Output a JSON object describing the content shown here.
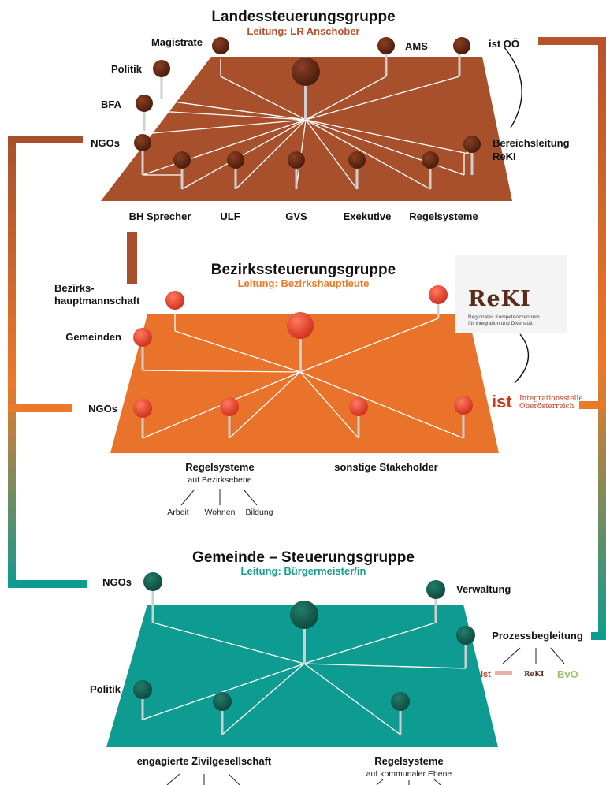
{
  "colors": {
    "land_plane": "#a8502c",
    "land_pin": "#5c2412",
    "land_accent": "#b5532d",
    "bezirk_plane": "#e9732a",
    "bezirk_pin": "#e2452f",
    "bezirk_accent": "#ea7a2a",
    "gemeinde_plane": "#0e9b91",
    "gemeinde_pin": "#135f50",
    "gemeinde_accent": "#169e93",
    "connector_line": "#ffffff",
    "pin_stem": "#cfcfcf"
  },
  "land": {
    "title": "Landessteuerungsgruppe",
    "leitung": "Leitung: LR Anschober",
    "labels": {
      "magistrate": "Magistrate",
      "ams": "AMS",
      "ist_ooe": "ist OÖ",
      "politik": "Politik",
      "bfa": "BFA",
      "ngos": "NGOs",
      "bereichsleitung_1": "Bereichsleitung",
      "bereichsleitung_2": "ReKI",
      "bh_sprecher": "BH Sprecher",
      "ulf": "ULF",
      "gvs": "GVS",
      "exekutive": "Exekutive",
      "regelsysteme": "Regelsysteme"
    }
  },
  "bezirk": {
    "title": "Bezirkssteuerungsgruppe",
    "leitung": "Leitung: Bezirkshauptleute",
    "labels": {
      "bezirks_1": "Bezirks-",
      "bezirks_2": "hauptmannschaft",
      "gemeinden": "Gemeinden",
      "ngos": "NGOs",
      "regelsysteme": "Regelsysteme",
      "regelsysteme_sub": "auf Bezirksebene",
      "arbeit": "Arbeit",
      "wohnen": "Wohnen",
      "bildung": "Bildung",
      "sonstige": "sonstige Stakeholder"
    },
    "reki_logo": {
      "name": "ReKI",
      "line1": "Regionales Kompetenzzentrum",
      "line2": "für Integration und Diversität"
    },
    "ist_logo": {
      "mark": "ist",
      "line1": "Integrationsstelle",
      "line2": "Oberösterreich"
    }
  },
  "gemeinde": {
    "title": "Gemeinde – Steuerungsgruppe",
    "leitung": "Leitung: Bürgermeister/in",
    "labels": {
      "ngos": "NGOs",
      "verwaltung": "Verwaltung",
      "prozessbegleitung": "Prozessbegleitung",
      "politik": "Politik",
      "zivil": "engagierte Zivilgesellschaft",
      "regelsysteme": "Regelsysteme",
      "regelsysteme_sub": "auf kommunaler Ebene"
    },
    "mini_logos": {
      "ist": "ist",
      "reki": "ReKI",
      "bvo": "BvO"
    }
  }
}
